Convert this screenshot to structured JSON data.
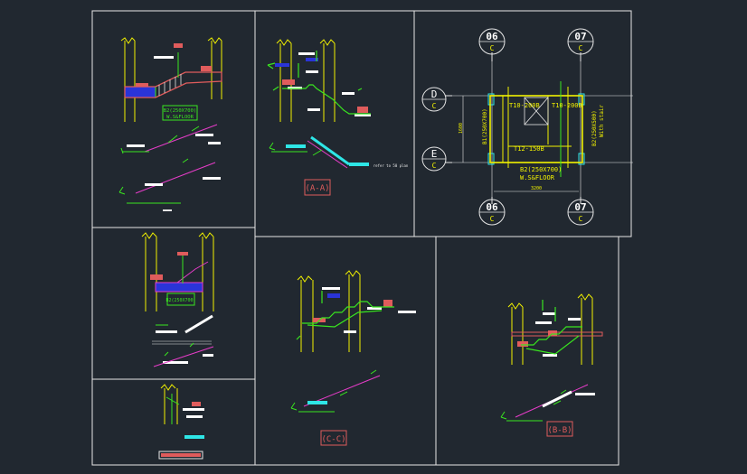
{
  "colors": {
    "background": "#212830",
    "frame": "#e6e6e6",
    "green": "#39e61f",
    "yellow": "#f2f200",
    "magenta": "#e63cc8",
    "red": "#e05c5c",
    "cyan": "#2ee6e6",
    "white": "#ffffff",
    "blue": "#2a34d8"
  },
  "plan": {
    "grid_top_left": {
      "num": "06",
      "letter": "C"
    },
    "grid_top_right": {
      "num": "07",
      "letter": "C"
    },
    "grid_bottom_left": {
      "num": "06",
      "letter": "C"
    },
    "grid_bottom_right": {
      "num": "07",
      "letter": "C"
    },
    "grid_left_top": {
      "num": "D",
      "letter": "C"
    },
    "grid_left_bottom": {
      "num": "E",
      "letter": "C"
    },
    "beam_top_left": "T10-200B",
    "beam_top_right": "T10-200B",
    "beam_mid": "T12-150B",
    "beam_left_v": "B1(250X700)",
    "beam_right_v": "B2(250X500)",
    "right_note": "With stair",
    "beam_bottom": "B2(250X700)",
    "floor_label": "W.S&FLOOR",
    "dim_left": "1600",
    "dim_bottom": "3200"
  },
  "panel1": {
    "label_line1": "B2(250X700)",
    "label_line2": "W.S&FLOOR"
  },
  "panel2": {
    "title": "(A-A)",
    "note": "refer to 50 plan"
  },
  "panel4": {
    "label": "B2(250X700)"
  },
  "panel6": {
    "title": "(C-C)"
  },
  "panel7": {
    "title": "(B-B)"
  }
}
